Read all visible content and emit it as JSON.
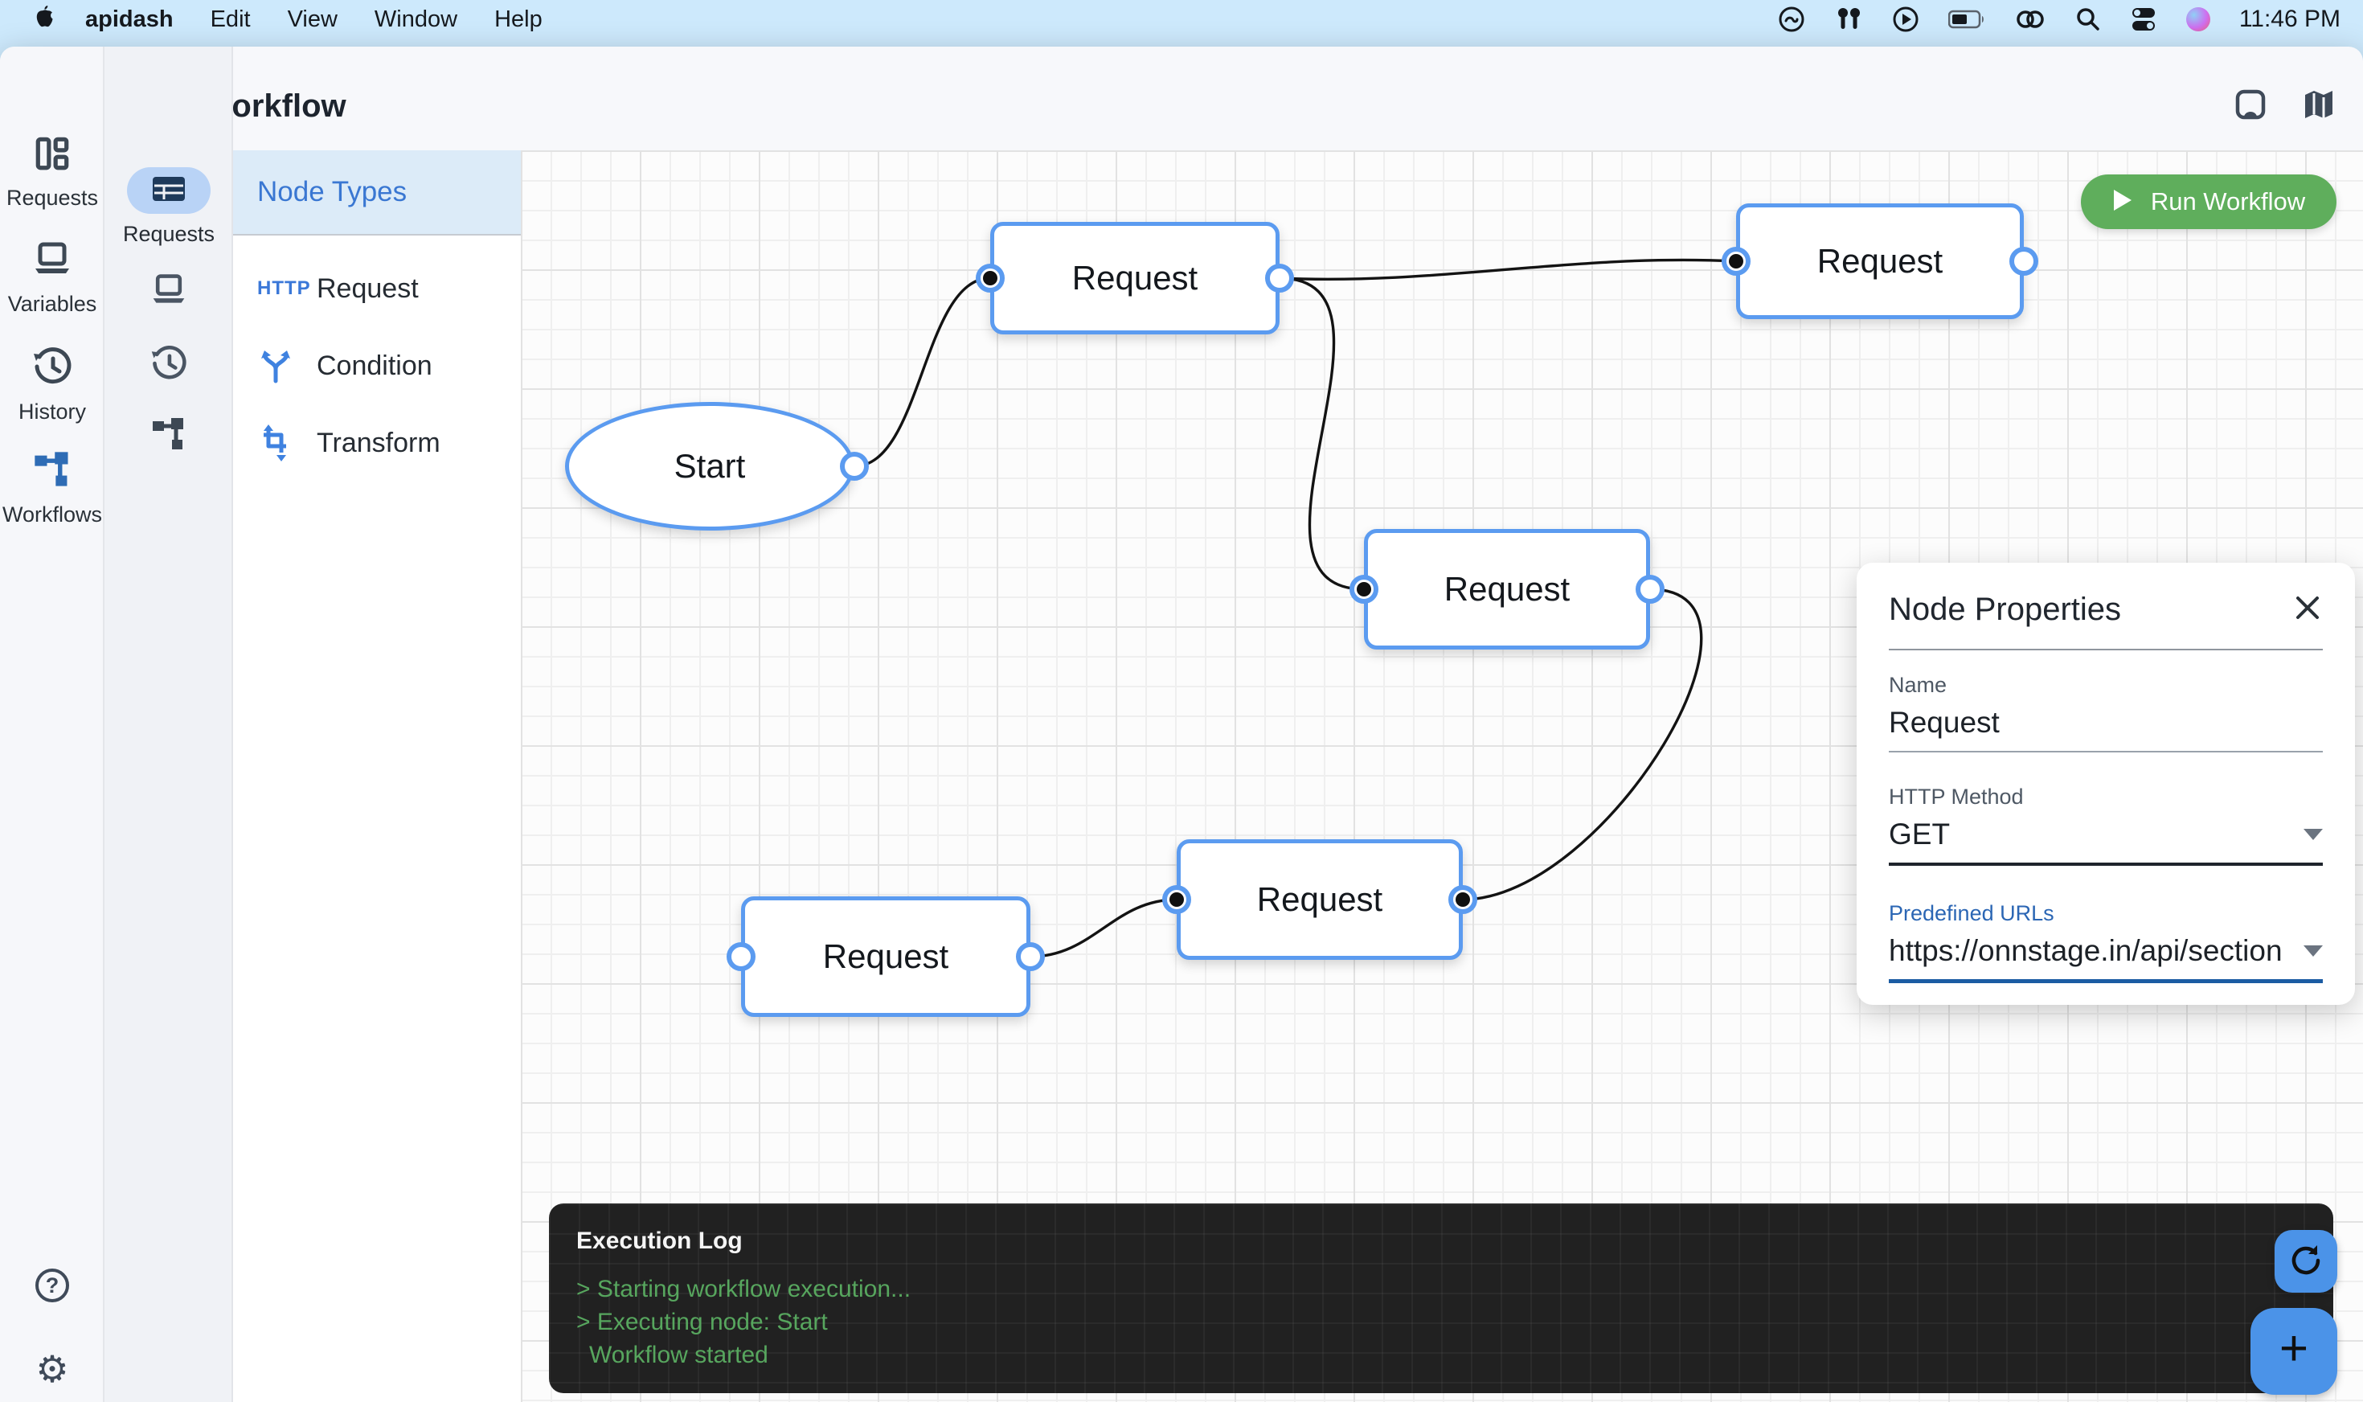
{
  "menu_bar": {
    "app_name": "apidash",
    "menus": [
      "Edit",
      "View",
      "Window",
      "Help"
    ],
    "time": "11:46 PM"
  },
  "window": {
    "title": "New Workflow"
  },
  "sidebar": {
    "items": [
      {
        "label": "Requests"
      },
      {
        "label": "Variables"
      },
      {
        "label": "History"
      },
      {
        "label": "Workflows"
      }
    ],
    "help_glyph": "?",
    "gear_glyph": "⚙"
  },
  "rail": {
    "active_label": "Requests"
  },
  "node_types": {
    "title": "Node Types",
    "items": [
      {
        "badge": "HTTP",
        "label": "Request"
      },
      {
        "label": "Condition"
      },
      {
        "label": "Transform"
      }
    ]
  },
  "toolbar": {
    "run_label": "Run Workflow"
  },
  "nodes": [
    {
      "label": "Start"
    },
    {
      "label": "Request"
    },
    {
      "label": "Request"
    },
    {
      "label": "Request"
    },
    {
      "label": "Request"
    },
    {
      "label": "Request"
    }
  ],
  "node_properties": {
    "title": "Node Properties",
    "name_label": "Name",
    "name_value": "Request",
    "method_label": "HTTP Method",
    "method_value": "GET",
    "urls_label": "Predefined URLs",
    "urls_value": "https://onnstage.in/api/section"
  },
  "execution_log": {
    "title": "Execution Log",
    "lines": [
      "> Starting workflow execution...",
      "> Executing node: Start",
      "Workflow started"
    ]
  },
  "fab": {
    "plus_glyph": "+"
  },
  "colors": {
    "node_border": "#5b9bf0",
    "run_green": "#5fae5c",
    "log_green": "#57a65e",
    "accent_blue": "#3b78d8",
    "menubar_blue": "#cde9fc"
  }
}
